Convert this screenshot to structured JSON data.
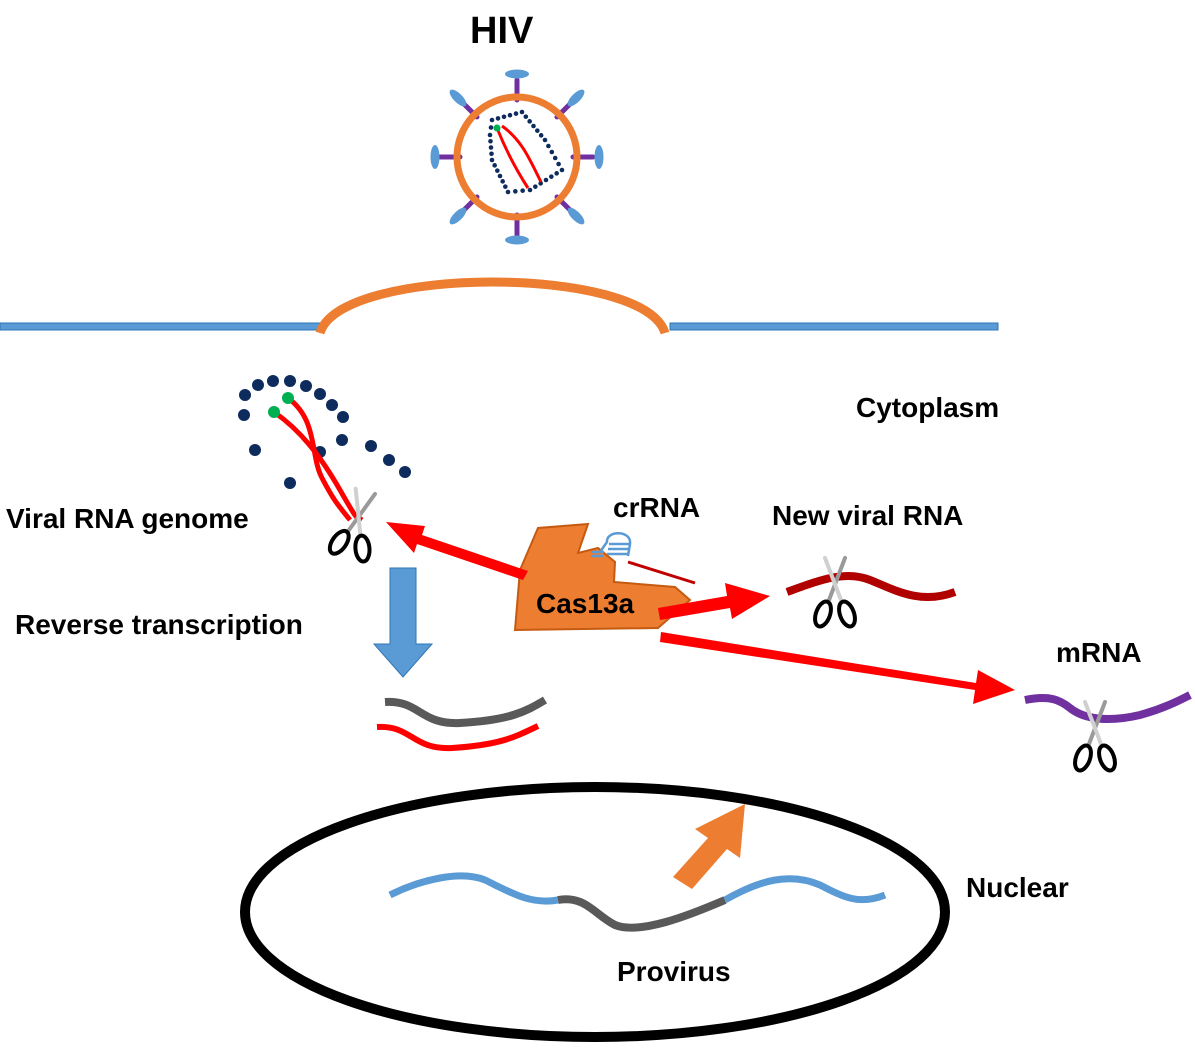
{
  "labels": {
    "hiv": "HIV",
    "cytoplasm": "Cytoplasm",
    "viral_rna_genome": "Viral RNA genome",
    "crrna": "crRNA",
    "new_viral_rna": "New viral RNA",
    "cas13a": "Cas13a",
    "reverse_transcription": "Reverse transcription",
    "mrna": "mRNA",
    "nuclear": "Nuclear",
    "provirus": "Provirus"
  },
  "colors": {
    "membrane_blue": "#5b9bd5",
    "envelope_orange": "#ed7d31",
    "spike_purple": "#7030a0",
    "capsid_navy": "#0d2b5c",
    "rna_red": "#ff0000",
    "green_cap": "#00b050",
    "cas_orange": "#ed7d31",
    "new_viral_rna_darkred": "#b00000",
    "mrna_purple": "#7030a0",
    "dna_gray": "#595959",
    "nucleus_black": "#000000"
  }
}
